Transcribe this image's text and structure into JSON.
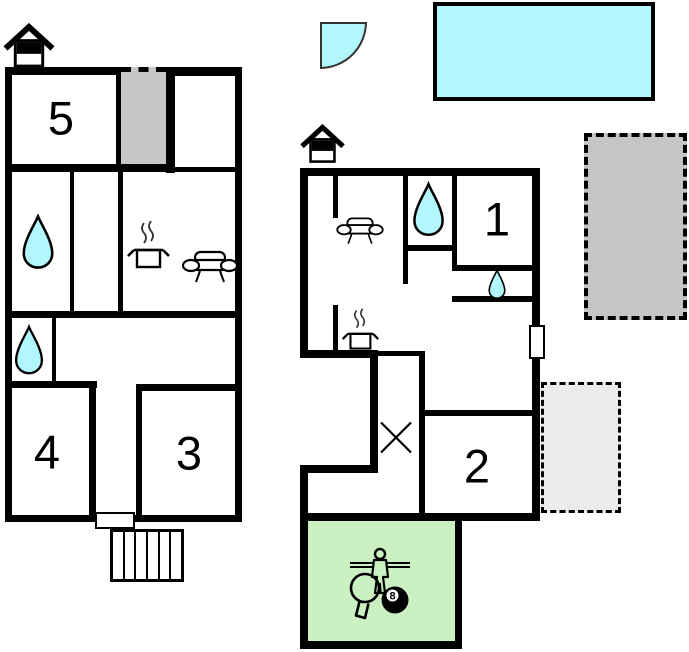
{
  "floorplan": {
    "colors": {
      "wall": "#000000",
      "water": "#b2f7fd",
      "green": "#cbf1c3",
      "stairs": "#c7c7c7",
      "annex-dark": "#c5c5c5",
      "annex-light": "#ebebeb"
    },
    "left_building": {
      "room_labels": [
        "5",
        "4",
        "3"
      ]
    },
    "right_building": {
      "room_labels": [
        "1",
        "2"
      ]
    },
    "billiard_ball_number": "8"
  }
}
